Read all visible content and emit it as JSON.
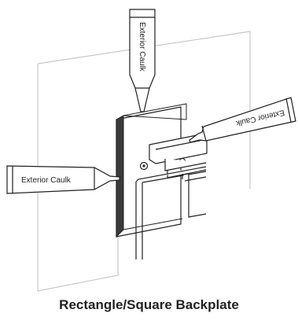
{
  "caption": "Rectangle/Square Backplate",
  "tubes": {
    "top": "Exterior Caulk",
    "left": "Exterior Caulk",
    "right": "Exterior Caulk"
  }
}
